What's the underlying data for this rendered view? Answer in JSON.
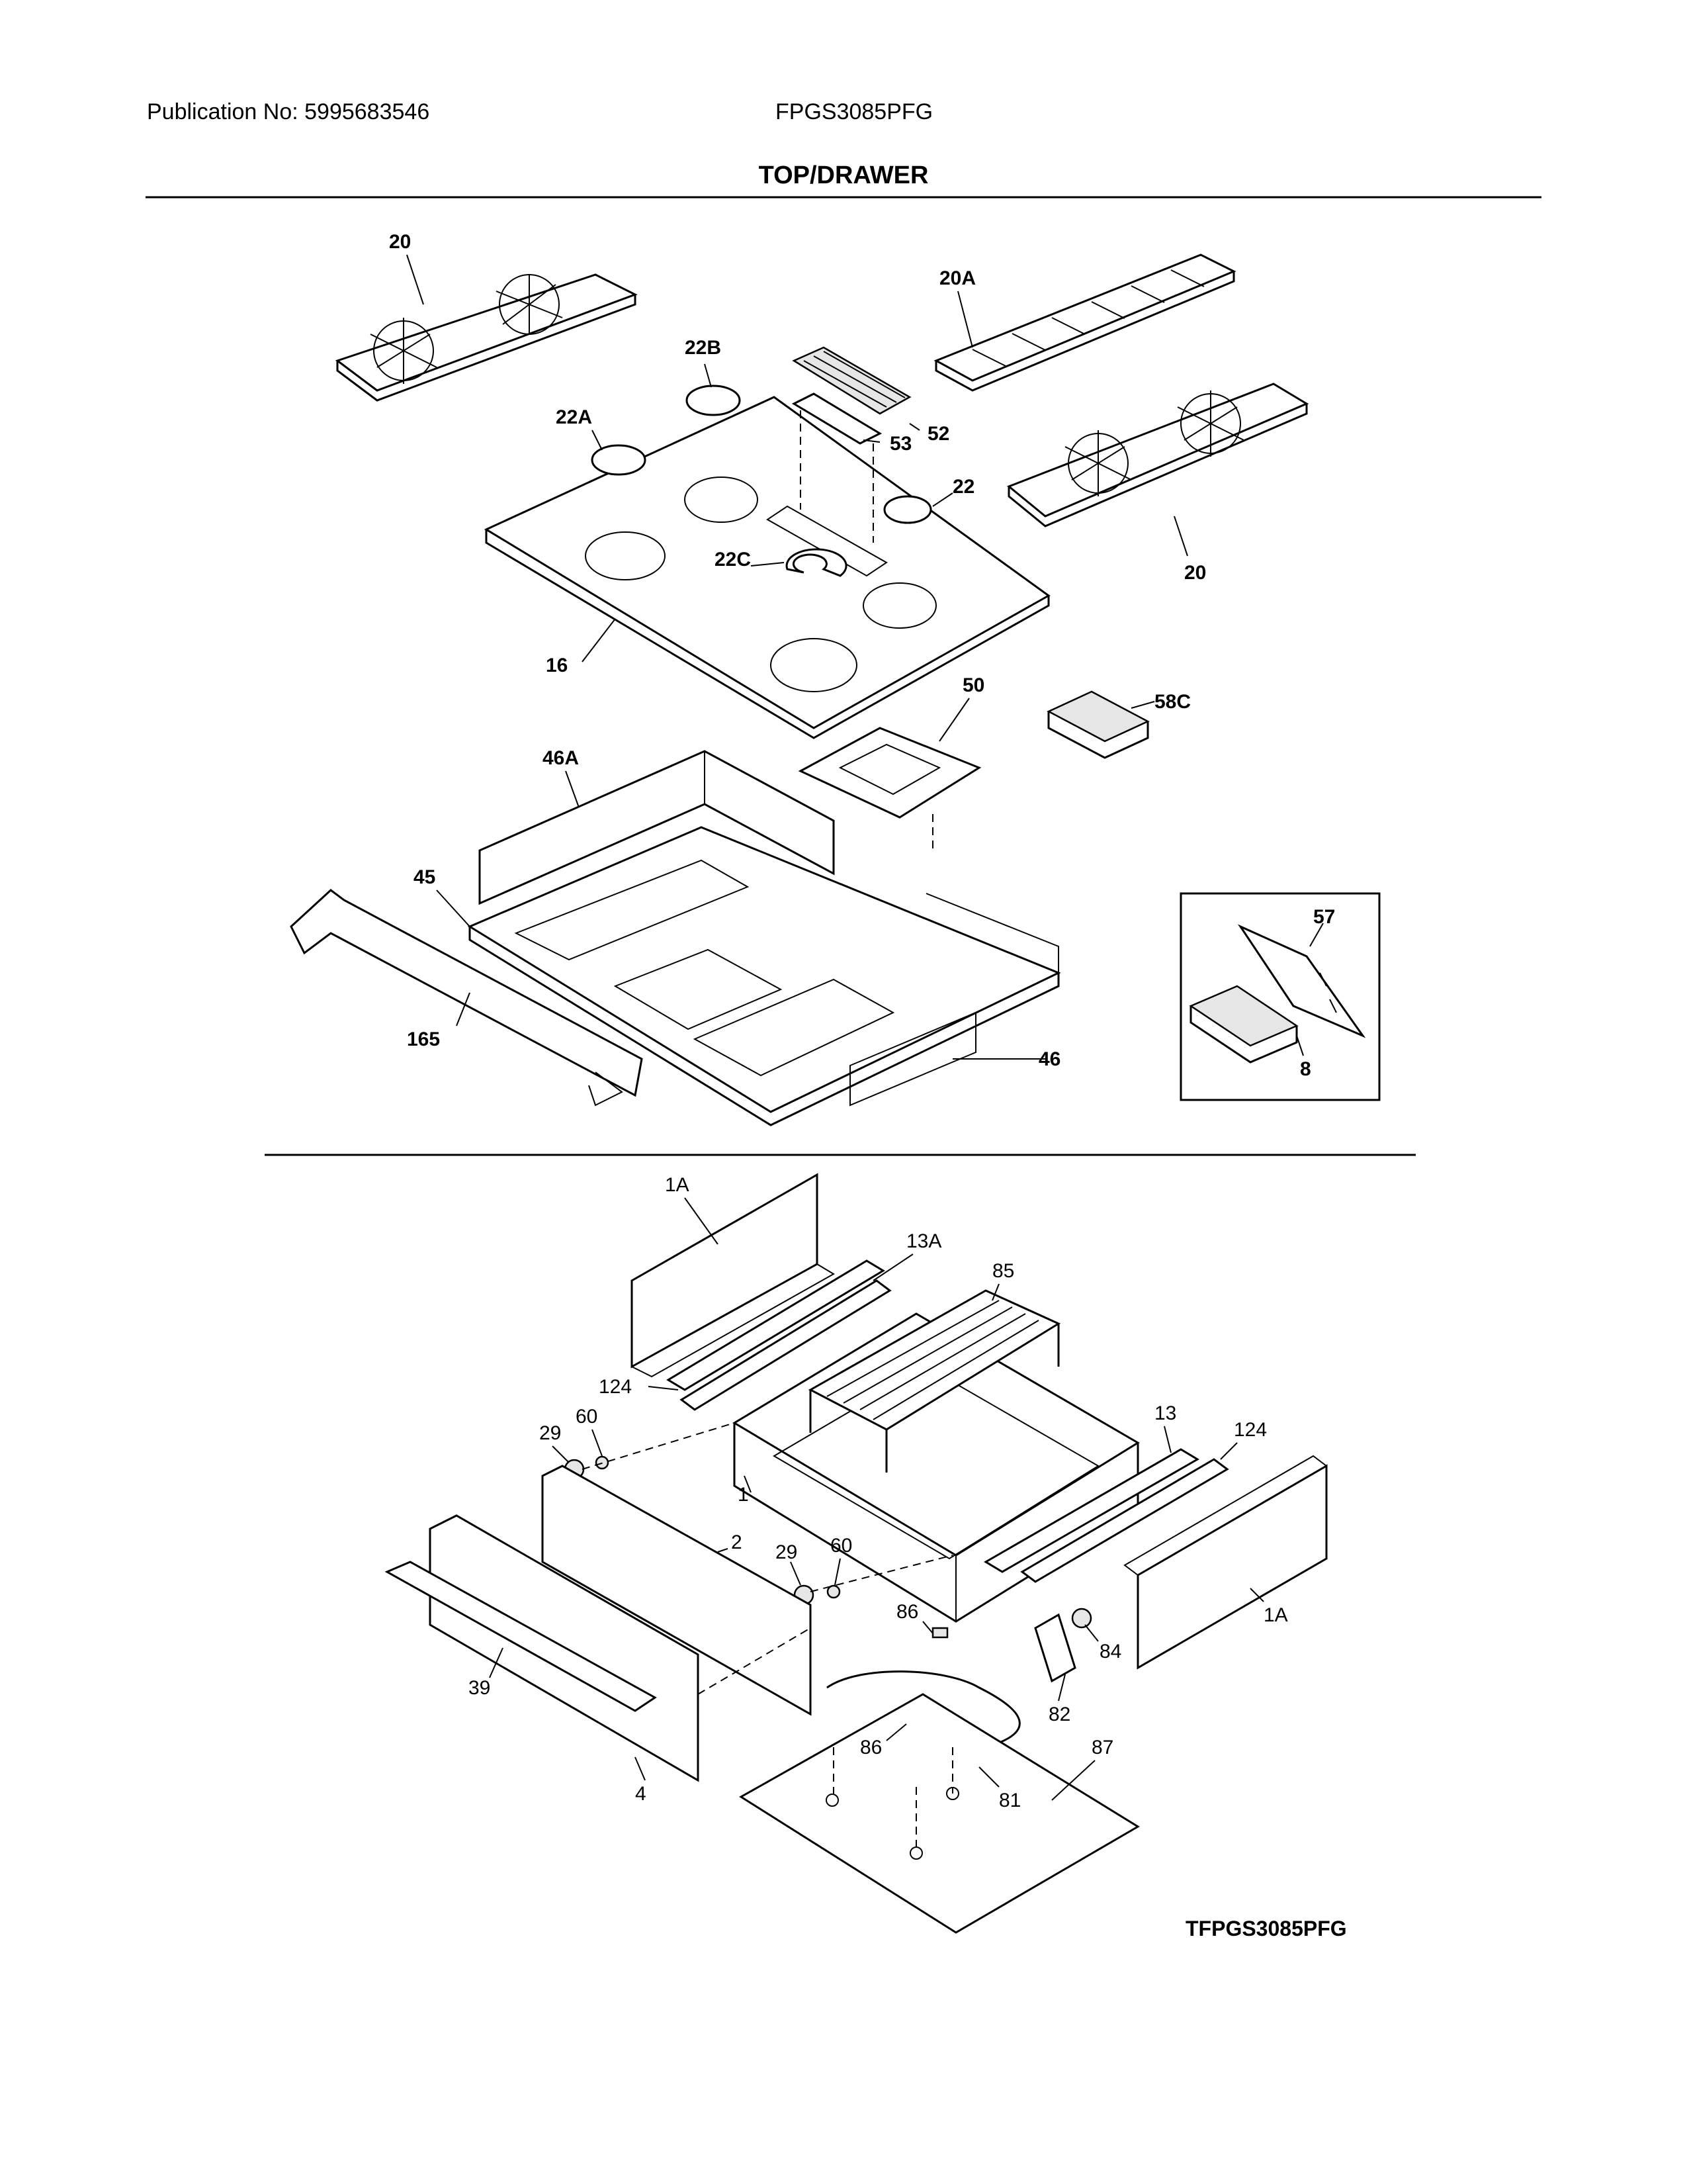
{
  "header": {
    "publication_label": "Publication No: 5995683546",
    "model": "FPGS3085PFG",
    "section_title": "TOP/DRAWER"
  },
  "footer": {
    "diagram_id": "TFPGS3085PFG"
  },
  "callouts_top": [
    "20",
    "20A",
    "22B",
    "22A",
    "52",
    "53",
    "22",
    "22C",
    "20",
    "16",
    "50",
    "58C",
    "46A",
    "45",
    "57",
    "165",
    "46",
    "8"
  ],
  "callouts_bottom": [
    "1A",
    "13A",
    "85",
    "124",
    "29",
    "60",
    "13",
    "124",
    "1",
    "2",
    "29",
    "60",
    "86",
    "84",
    "1A",
    "39",
    "82",
    "86",
    "87",
    "4",
    "81"
  ]
}
